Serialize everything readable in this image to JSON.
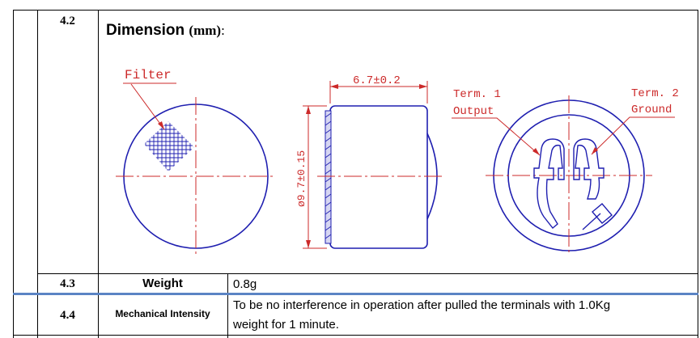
{
  "rows": [
    {
      "number": "4.2",
      "title": "Dimension",
      "unit": "(mm)",
      "title_suffix": ":"
    },
    {
      "number": "4.3",
      "label": "Weight",
      "value": "0.8g"
    },
    {
      "number": "4.4",
      "label": "Mechanical Intensity",
      "value_line1": "To be no interference in operation after pulled the terminals with 1.0Kg",
      "value_line2": "weight for 1 minute."
    }
  ],
  "drawing": {
    "filter_label": "Filter",
    "width_dim": "6.7±0.2",
    "diameter_dim": "ø9.7±0.15",
    "term1_label": "Term. 1",
    "term1_name": "Output",
    "term2_label": "Term. 2",
    "term2_name": "Ground",
    "colors": {
      "outline": "#1f1fb0",
      "annotation": "#cc2a2a"
    }
  }
}
